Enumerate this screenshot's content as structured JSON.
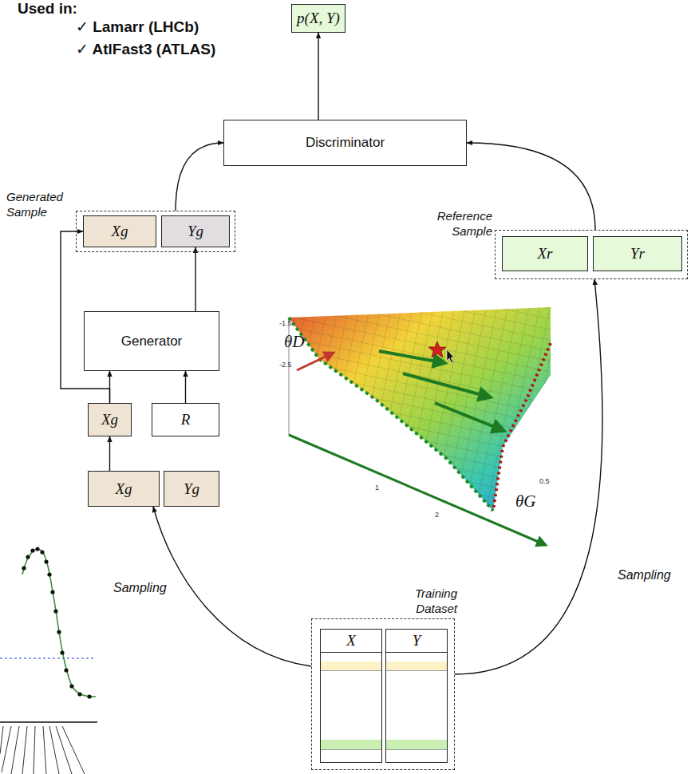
{
  "diagram": {
    "nodes": [
      {
        "text": [
          "p(X, Y)"
        ]
      },
      {
        "text": [
          "Discriminator"
        ]
      },
      {
        "text": [
          "Generated Sample"
        ]
      },
      {
        "text": [
          "Xg"
        ],
        "in": 2
      },
      {
        "text": [
          "Yg"
        ],
        "in": 2
      },
      {
        "text": [
          "Reference Sample"
        ]
      },
      {
        "text": [
          "Xr"
        ],
        "in": 5
      },
      {
        "text": [
          "Yr"
        ],
        "in": 5
      },
      {
        "text": [
          "Generator"
        ]
      },
      {
        "text": [
          "Xg"
        ]
      },
      {
        "text": [
          "R"
        ]
      },
      {
        "text": [
          "Xg"
        ]
      },
      {
        "text": [
          "Yg"
        ]
      },
      {
        "text": [
          "Training Dataset"
        ]
      },
      {
        "text": [
          "X"
        ],
        "in": 13
      },
      {
        "text": [
          "Y"
        ],
        "in": 13
      }
    ],
    "edges": [
      {
        "from": 2,
        "to": 1,
        "arrow": "to"
      },
      {
        "from": 5,
        "to": 1,
        "arrow": "to"
      },
      {
        "from": 1,
        "to": 0,
        "arrow": "to"
      },
      {
        "from": 8,
        "to": 4,
        "arrow": "to"
      },
      {
        "from": 9,
        "to": 8,
        "arrow": "to"
      },
      {
        "from": 9,
        "to": 3,
        "arrow": "to"
      },
      {
        "from": 10,
        "to": 8,
        "arrow": "to"
      },
      {
        "from": 11,
        "to": 9,
        "arrow": "to"
      },
      {
        "from": 13,
        "to": 11,
        "label": "Sampling",
        "arrow": "to"
      },
      {
        "from": 13,
        "to": 5,
        "label": "Sampling",
        "arrow": "to"
      }
    ],
    "labels": [
      "Used in:",
      "✓ Lamarr (LHCb)",
      "✓ AtlFast3 (ATLAS)",
      "θD",
      "θG",
      "-1.5",
      "-2.5",
      "1",
      "2",
      "0.5"
    ]
  }
}
